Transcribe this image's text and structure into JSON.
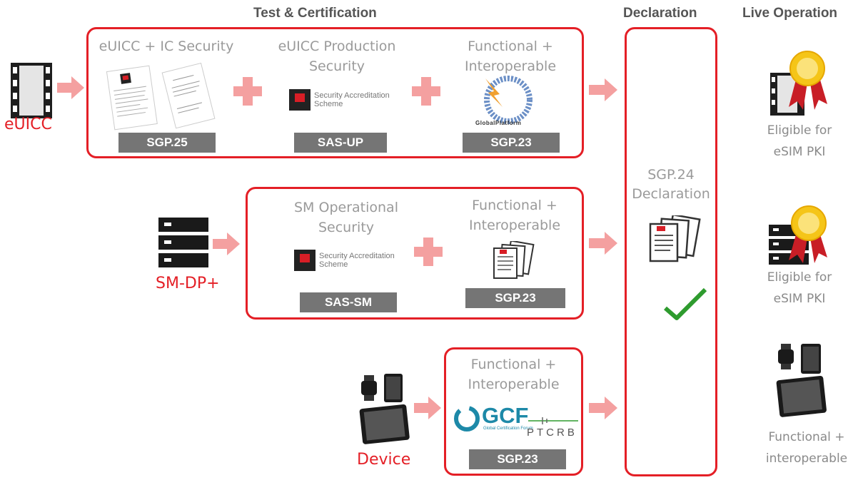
{
  "headers": {
    "test_cert": "Test & Certification",
    "declaration": "Declaration",
    "live_operation": "Live Operation"
  },
  "entities": {
    "euicc": "eUICC",
    "smdp": "SM-DP+",
    "device": "Device"
  },
  "euicc_row": {
    "col1_title": "eUICC + IC Security",
    "col1_spec": "SGP.25",
    "col2_title_line1": "eUICC Production",
    "col2_title_line2": "Security",
    "col2_spec": "SAS-UP",
    "col3_title_line1": "Functional +",
    "col3_title_line2": "Interoperable",
    "col3_spec": "SGP.23",
    "sas_logo_line1": "Security Accreditation",
    "sas_logo_line2": "Scheme",
    "gp_logo_text": "GlobalPlatform"
  },
  "smdp_row": {
    "col1_title_line1": "SM Operational",
    "col1_title_line2": "Security",
    "col1_spec": "SAS-SM",
    "col2_title_line1": "Functional +",
    "col2_title_line2": "Interoperable",
    "col2_spec": "SGP.23",
    "sas_logo_line1": "Security Accreditation",
    "sas_logo_line2": "Scheme"
  },
  "device_row": {
    "title_line1": "Functional +",
    "title_line2": "Interoperable",
    "gcf_logo": "GCF",
    "gcf_sub": "Global Certification Forum",
    "ptcrb_logo": "PTCRB",
    "spec": "SGP.23"
  },
  "declaration_box": {
    "line1": "SGP.24",
    "line2": "Declaration"
  },
  "live": {
    "euicc_line1": "Eligible for",
    "euicc_line2": "eSIM PKI",
    "smdp_line1": "Eligible for",
    "smdp_line2": "eSIM PKI",
    "device_line1": "Functional +",
    "device_line2": "interoperable"
  },
  "colors": {
    "accent_red": "#e41f26",
    "arrow_pink": "#f4a0a0",
    "spec_gray": "#757575",
    "check_green": "#2e9b2e"
  },
  "icons": [
    "sim-chip-icon",
    "server-icon",
    "devices-icon",
    "document-stack-icon",
    "checkmark-icon",
    "award-ribbon-icon",
    "gsma-logo-icon",
    "globalplatform-logo-icon",
    "gcf-logo-icon",
    "ptcrb-logo-icon"
  ]
}
